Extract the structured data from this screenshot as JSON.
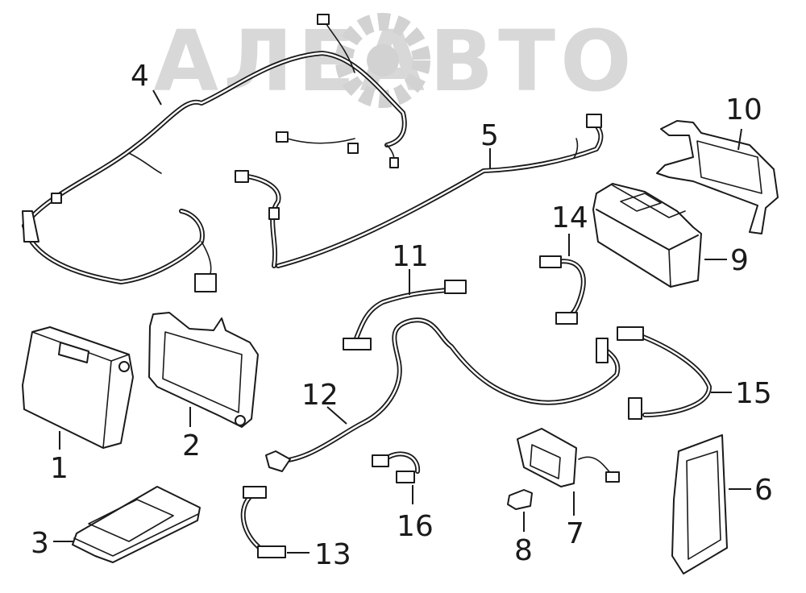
{
  "watermark": {
    "text": "АЛЕАВТО",
    "color": "#d2d2d2"
  },
  "callouts": [
    "1",
    "2",
    "3",
    "4",
    "5",
    "6",
    "7",
    "8",
    "9",
    "10",
    "11",
    "12",
    "13",
    "14",
    "15",
    "16"
  ],
  "colors": {
    "line": "#1a1a1a",
    "background": "#ffffff"
  }
}
